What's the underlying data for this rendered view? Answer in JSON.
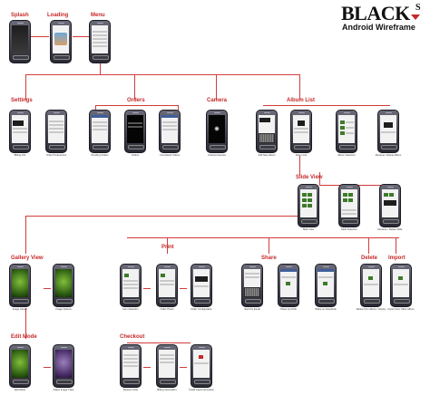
{
  "brand": {
    "name": "BLACK",
    "superscript": "S",
    "subtitle": "Android Wireframe"
  },
  "sections": {
    "splash": "Splash",
    "loading": "Loading",
    "menu": "Menu",
    "settings": "Settings",
    "orders": "Orders",
    "camera": "Camera",
    "album_list": "Album List",
    "slide_view": "Slide View",
    "gallery_view": "Gallery View",
    "print": "Print",
    "share": "Share",
    "delete": "Delete",
    "import": "Import",
    "edit_mode": "Edit Mode",
    "checkout": "Checkout"
  },
  "captions": {
    "billing_info": "Billing Info",
    "order_preferences": "Order Preferences",
    "pending_orders": "Pending Orders",
    "orders": "Orders",
    "completed_orders": "Completed Orders",
    "android_camera": "Android Camera",
    "add_new_album": "Add New Album",
    "album_list": "Album List",
    "album_selection": "Album Selection",
    "rename_delete_album": "Rename / Delete Album",
    "slide_view": "Slide View",
    "multi_selection": "Multi Selection",
    "rename_delete_slide": "Rename / Delete Slide",
    "image_viewer": "Image Viewer",
    "image_options": "Image Options",
    "item_selection": "Item Selection",
    "order_photo": "Order Photo",
    "order_configuration": "Order Configuration",
    "send_by_email": "Send by Email",
    "share_flickr": "Share by Flickr",
    "share_facebook": "Share on Facebook",
    "delete_from_album": "Delete from Album / Library",
    "import_other_album": "Import from Other Album",
    "edit_mode": "Edit Mode",
    "adjust_image_color": "Adjust Image Color",
    "review_order": "Review Order",
    "billing_information": "Billing Information",
    "credit_card_info": "Credit Card Information"
  }
}
